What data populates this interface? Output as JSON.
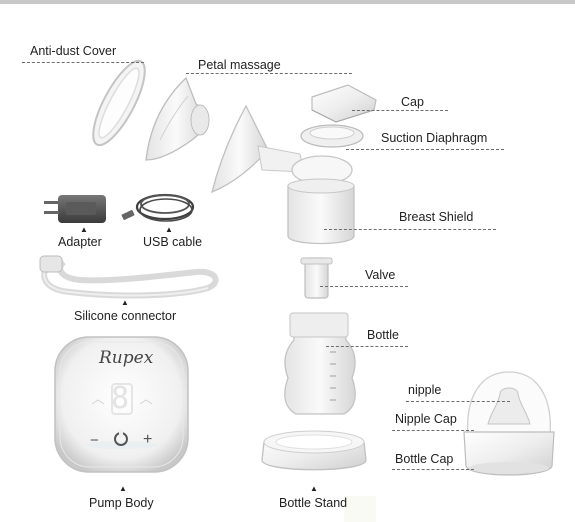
{
  "labels": {
    "anti_dust_cover": "Anti-dust Cover",
    "petal_massage": "Petal massage",
    "cap": "Cap",
    "suction_diaphragm": "Suction Diaphragm",
    "adapter": "Adapter",
    "usb_cable": "USB cable",
    "breast_shield": "Breast Shield",
    "silicone_connector": "Silicone connector",
    "valve": "Valve",
    "bottle": "Bottle",
    "nipple": "nipple",
    "nipple_cap": "Nipple Cap",
    "bottle_cap": "Bottle Cap",
    "pump_body": "Pump Body",
    "bottle_stand": "Bottle Stand"
  },
  "pump": {
    "brand": "Rupex",
    "display": "8",
    "minus": "−",
    "plus": "+"
  },
  "marker_glyph": "▲"
}
